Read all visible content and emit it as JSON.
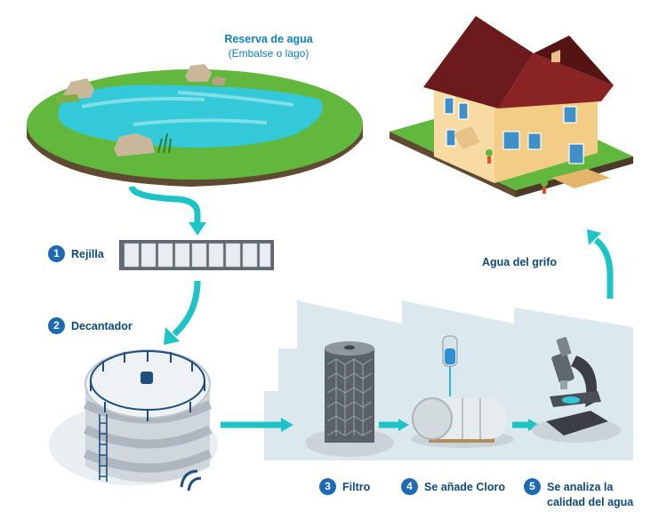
{
  "reservoir": {
    "title": "Reserva de agua",
    "subtitle": "(Embalse o lago)"
  },
  "steps": [
    {
      "num": "1",
      "label": "Rejilla"
    },
    {
      "num": "2",
      "label": "Decantador"
    },
    {
      "num": "3",
      "label": "Filtro"
    },
    {
      "num": "4",
      "label": "Se añade Cloro"
    },
    {
      "num": "5",
      "label_line1": "Se analiza la",
      "label_line2": "calidad del agua"
    }
  ],
  "tap_label": "Agua del grifo",
  "colors": {
    "arrow": "#1ec3c6",
    "badge": "#1e69b4",
    "label_dark": "#0d4a7a",
    "label_blue": "#0f7fc4",
    "water": "#33c9d9",
    "grass": "#62b83d",
    "factory_bg": "#dbe9ef",
    "roof": "#6b1b1b",
    "house_wall": "#f7dba3"
  },
  "icons": [
    "reservoir-lake",
    "screen-grate",
    "settling-tank",
    "filter-column",
    "chlorine-tank",
    "microscope",
    "house"
  ]
}
